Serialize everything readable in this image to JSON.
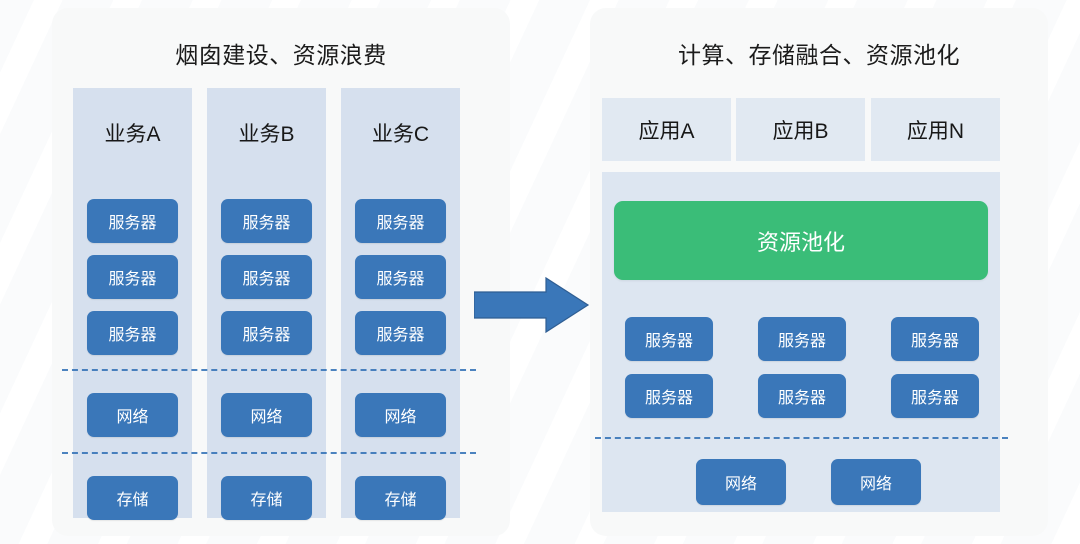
{
  "diagram": {
    "type": "architecture-comparison",
    "left_panel": {
      "title": "烟囱建设、资源浪费",
      "columns": [
        {
          "head": "业务A",
          "servers": [
            "服务器",
            "服务器",
            "服务器"
          ],
          "network": "网络",
          "storage": "存储"
        },
        {
          "head": "业务B",
          "servers": [
            "服务器",
            "服务器",
            "服务器"
          ],
          "network": "网络",
          "storage": "存储"
        },
        {
          "head": "业务C",
          "servers": [
            "服务器",
            "服务器",
            "服务器"
          ],
          "network": "网络",
          "storage": "存储"
        }
      ]
    },
    "arrow": {
      "direction": "right",
      "color": "#3a77b9"
    },
    "right_panel": {
      "title": "计算、存储融合、资源池化",
      "apps": [
        "应用A",
        "应用B",
        "应用N"
      ],
      "pool_bar": "资源池化",
      "servers": [
        "服务器",
        "服务器",
        "服务器",
        "服务器",
        "服务器",
        "服务器"
      ],
      "networks": [
        "网络",
        "网络"
      ]
    },
    "colors": {
      "card_bg": "#f7f8f9",
      "column_bg": "#d6e0ee",
      "pool_bg": "#dde6f1",
      "app_bg": "#e1e9f2",
      "box_blue": "#3a77b9",
      "pool_green": "#3abd78",
      "dash_blue": "#2f6fb5",
      "text_dark": "#181818",
      "text_light": "#ffffff"
    }
  }
}
